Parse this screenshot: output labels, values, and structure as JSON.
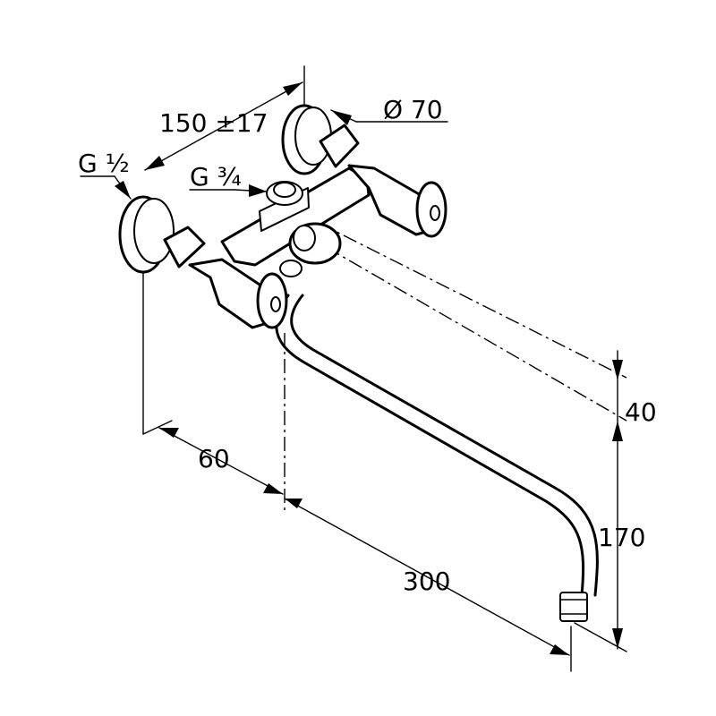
{
  "labels": {
    "wall_spacing": "150 ±17",
    "rosette_diameter": "Ø 70",
    "connection_thread": "G ½",
    "outlet_thread": "G ¾",
    "body_height": "40",
    "spout_offset": "60",
    "spout_reach": "300",
    "spout_height": "170"
  }
}
